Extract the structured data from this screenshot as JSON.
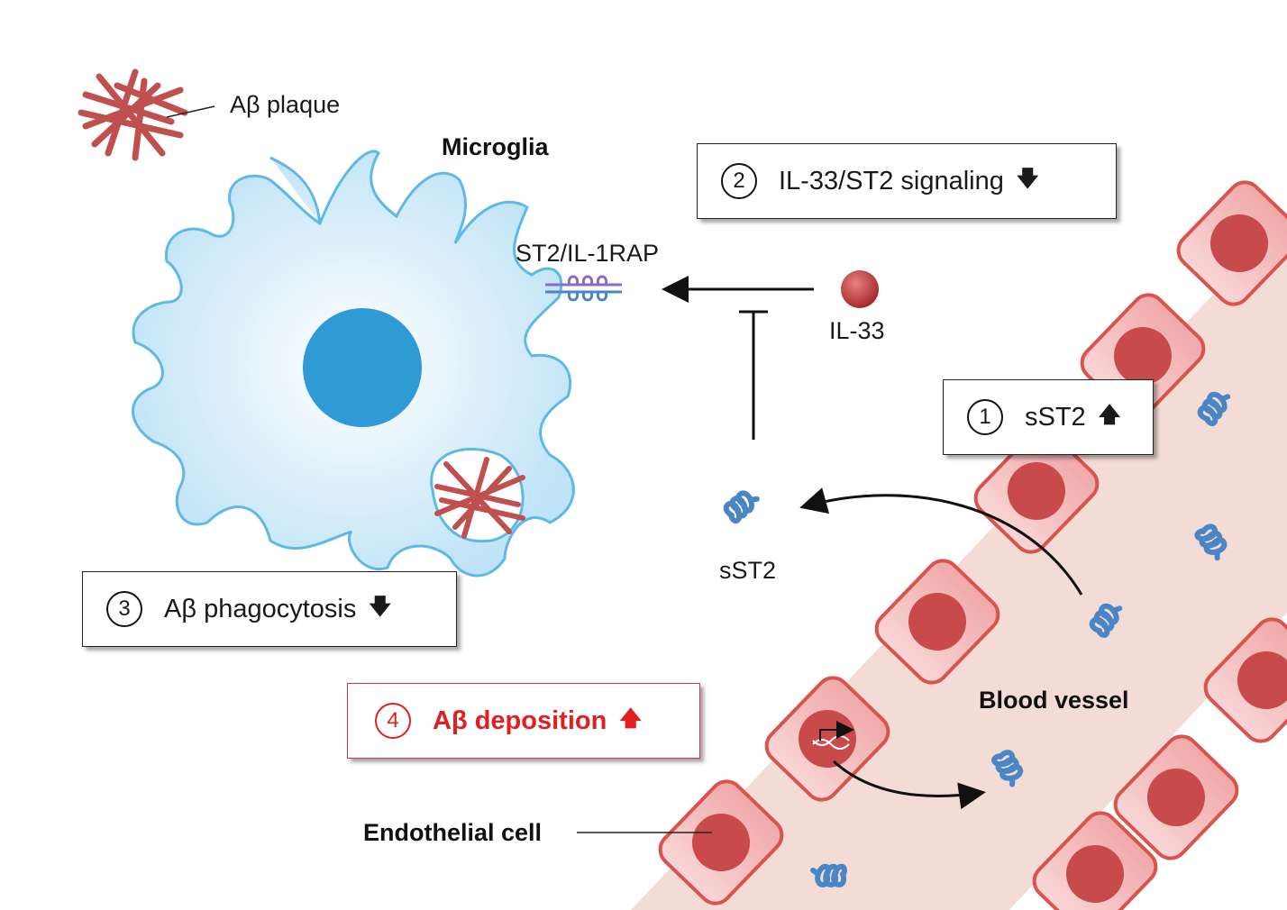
{
  "labels": {
    "abeta_plaque": "Aβ plaque",
    "microglia": "Microglia",
    "receptor": "ST2/IL-1RAP",
    "il33": "IL-33",
    "sst2": "sST2",
    "blood_vessel": "Blood vessel",
    "endothelial_cell": "Endothelial cell"
  },
  "steps": [
    {
      "number": "1",
      "text": "sST2",
      "arrow": "🡅"
    },
    {
      "number": "2",
      "text": "IL-33/ST2 signaling",
      "arrow": "🡇"
    },
    {
      "number": "3",
      "text": "Aβ phagocytosis",
      "arrow": "🡇"
    },
    {
      "number": "4",
      "text": "Aβ deposition",
      "arrow": "🡅"
    }
  ],
  "icons": [
    "dna-icon",
    "promoter-arrow-icon"
  ],
  "colors": {
    "microglia_fill": "#cfe9f8",
    "microglia_outline": "#5fb8e6",
    "nucleus": "#2f9bd6",
    "plaque": "#c0504d",
    "vessel_lumen": "#f4dcd6",
    "endothelial_fill": "#f7c8c8",
    "endothelial_outline": "#d9534f",
    "endothelial_nucleus": "#c94a4a",
    "sst2_protein": "#4a86c5",
    "receptor": "#8a6fbf",
    "il33": "#b33a3a",
    "highlight_red": "#e02020"
  }
}
